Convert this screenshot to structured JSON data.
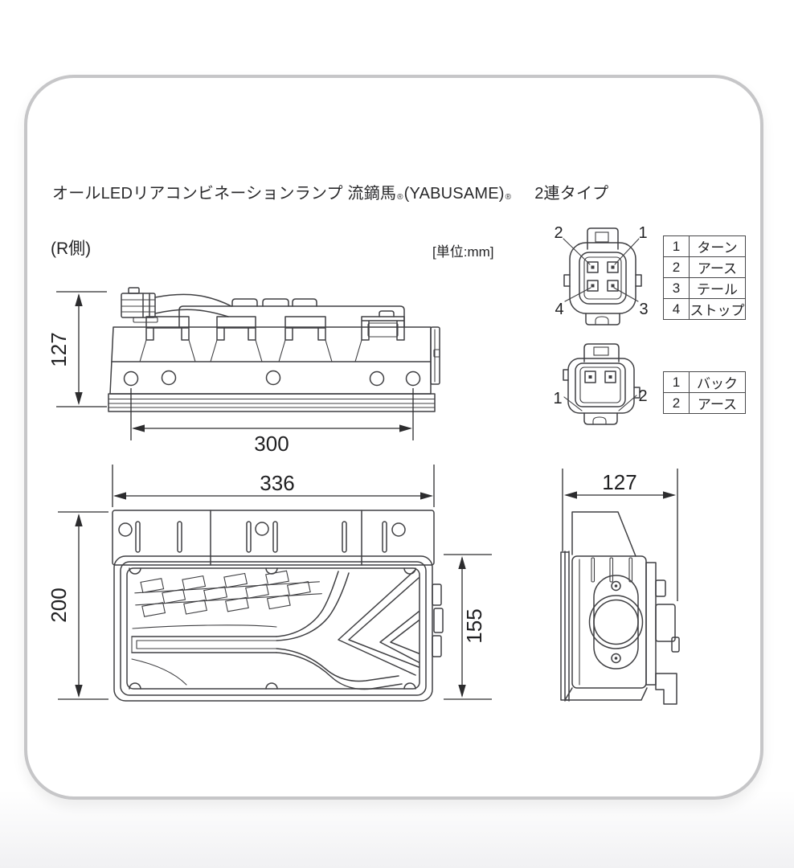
{
  "header": {
    "title_part1": "オールLEDリアコンビネーションランプ 流鏑馬",
    "reg_mark1": "®",
    "title_part2": "(YABUSAME)",
    "reg_mark2": "®",
    "title_part3": "2連タイプ",
    "side_label": "(R側)",
    "unit_label": "[単位:mm]"
  },
  "connector4": {
    "pin_top_left": "2",
    "pin_top_right": "1",
    "pin_bottom_left": "4",
    "pin_bottom_right": "3",
    "table": [
      {
        "pin": "1",
        "label": "ターン"
      },
      {
        "pin": "2",
        "label": "アース"
      },
      {
        "pin": "3",
        "label": "テール"
      },
      {
        "pin": "4",
        "label": "ストップ"
      }
    ]
  },
  "connector2": {
    "pin_left": "1",
    "pin_right": "2",
    "table": [
      {
        "pin": "1",
        "label": "バック"
      },
      {
        "pin": "2",
        "label": "アース"
      }
    ]
  },
  "dimensions": {
    "top_view_height": "127",
    "top_view_holes_span": "300",
    "front_width": "336",
    "front_height": "200",
    "front_lens_height": "155",
    "side_depth": "127"
  }
}
